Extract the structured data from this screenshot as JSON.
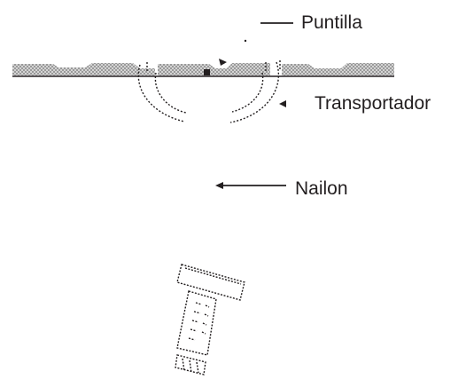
{
  "labels": {
    "puntilla": "Puntilla",
    "transportador": "Transportador",
    "nailon": "Nailon"
  },
  "colors": {
    "ink": "#231f20",
    "fabric": "#b5b5b5"
  }
}
